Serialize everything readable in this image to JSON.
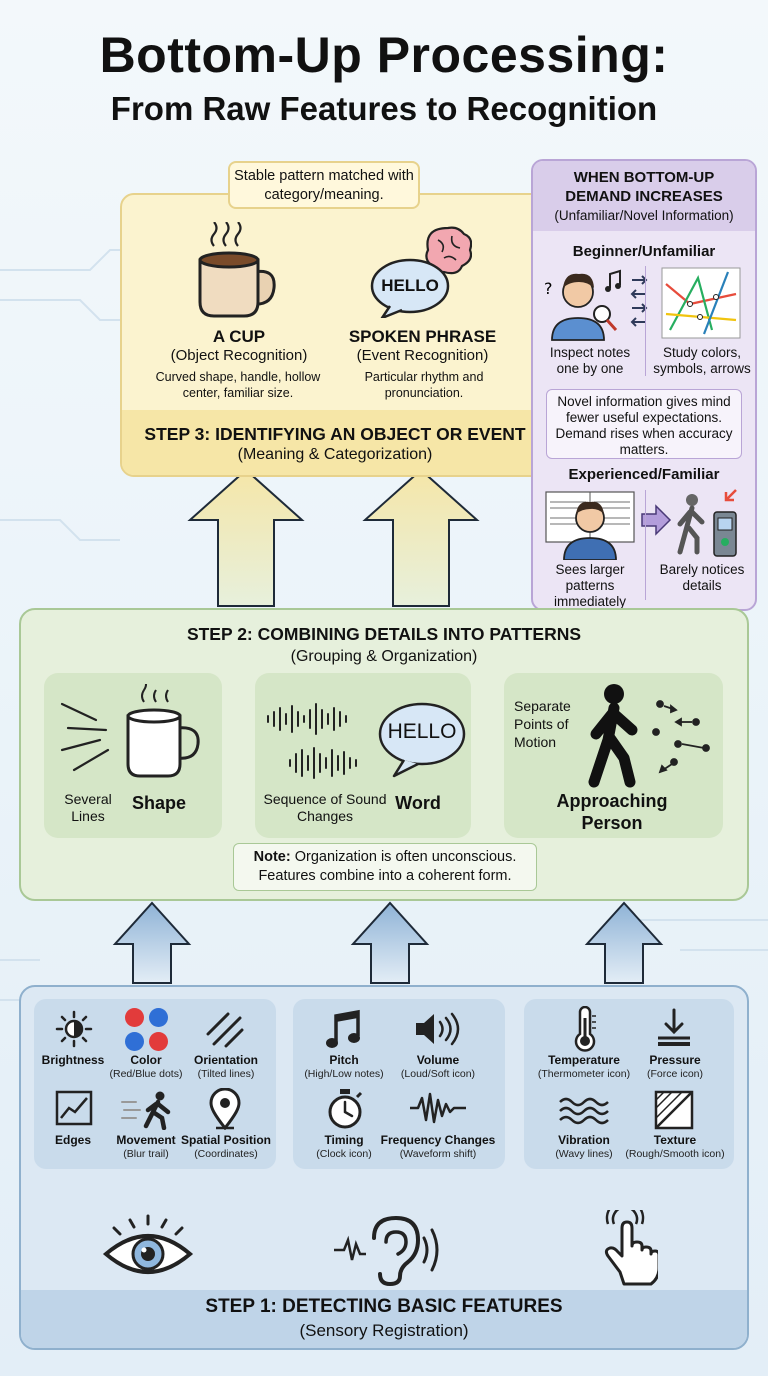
{
  "title": {
    "line1": "Bottom-Up Processing:",
    "line2": "From Raw Features to Recognition"
  },
  "step3": {
    "callout": "Stable pattern matched with category/meaning.",
    "cup": {
      "title": "A CUP",
      "subtitle": "(Object Recognition)",
      "desc": "Curved shape, handle, hollow center, familiar size."
    },
    "phrase": {
      "bubble": "HELLO",
      "title": "SPOKEN PHRASE",
      "subtitle": "(Event Recognition)",
      "desc": "Particular rhythm and pronunciation."
    },
    "heading": "STEP 3: IDENTIFYING AN OBJECT OR EVENT",
    "subheading": "(Meaning & Categorization)"
  },
  "demand": {
    "heading": "WHEN BOTTOM-UP DEMAND INCREASES",
    "subheading": "(Unfamiliar/Novel Information)",
    "beginner": {
      "title": "Beginner/Unfamiliar",
      "left": "Inspect notes one by one",
      "right": "Study colors, symbols, arrows"
    },
    "note": "Novel information gives mind fewer useful expectations. Demand rises when accuracy matters.",
    "experienced": {
      "title": "Experienced/Familiar",
      "left": "Sees larger patterns immediately",
      "right": "Barely notices details"
    }
  },
  "step2": {
    "heading": "STEP 2: COMBINING DETAILS INTO PATTERNS",
    "subheading": "(Grouping & Organization)",
    "shape": {
      "left": "Several Lines",
      "right": "Shape"
    },
    "word": {
      "bubble": "HELLO",
      "left": "Sequence of Sound Changes",
      "right": "Word"
    },
    "person": {
      "left": "Separate Points of Motion",
      "right": "Approaching Person"
    },
    "note_label": "Note:",
    "note": "Organization is often unconscious. Features combine into a coherent form."
  },
  "step1": {
    "heading": "STEP 1: DETECTING BASIC FEATURES",
    "subheading": "(Sensory Registration)",
    "visual": [
      {
        "label": "Brightness",
        "sub": ""
      },
      {
        "label": "Color",
        "sub": "(Red/Blue dots)"
      },
      {
        "label": "Orientation",
        "sub": "(Tilted lines)"
      },
      {
        "label": "Edges",
        "sub": ""
      },
      {
        "label": "Movement",
        "sub": "(Blur trail)"
      },
      {
        "label": "Spatial Position",
        "sub": "(Coordinates)"
      }
    ],
    "auditory": [
      {
        "label": "Pitch",
        "sub": "(High/Low notes)"
      },
      {
        "label": "Volume",
        "sub": "(Loud/Soft icon)"
      },
      {
        "label": "Timing",
        "sub": "(Clock icon)"
      },
      {
        "label": "Frequency Changes",
        "sub": "(Waveform shift)"
      }
    ],
    "touch": [
      {
        "label": "Temperature",
        "sub": "(Thermometer icon)"
      },
      {
        "label": "Pressure",
        "sub": "(Force icon)"
      },
      {
        "label": "Vibration",
        "sub": "(Wavy lines)"
      },
      {
        "label": "Texture",
        "sub": "(Rough/Smooth icon)"
      }
    ]
  },
  "colors": {
    "step3": "#fbf3cf",
    "step2": "#e6f0dc",
    "step1": "#dce8f3",
    "purple": "#ece5f5",
    "accent_red": "#e23b3b",
    "accent_blue": "#2f6fd6"
  }
}
